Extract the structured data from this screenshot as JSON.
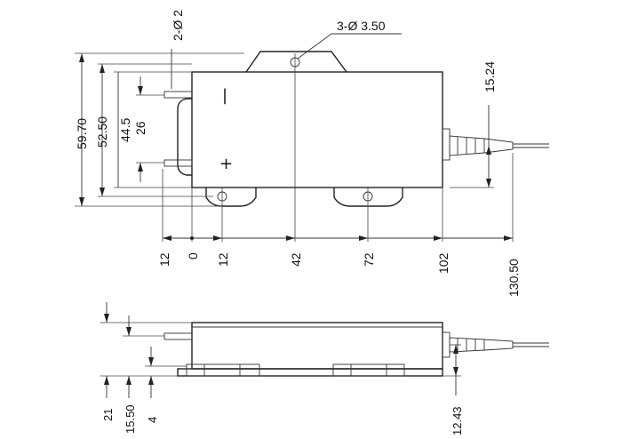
{
  "top_view": {
    "hole_spec": "3-Ø 3.50",
    "pin_spec": "2-Ø 2",
    "polarity_negative": "|",
    "polarity_positive": "+",
    "vertical_dims": [
      "59.70",
      "52.50",
      "44.5",
      "26",
      "15.24"
    ],
    "horizontal_dims": [
      "12",
      "0",
      "12",
      "42",
      "72",
      "102",
      "130.50"
    ]
  },
  "side_view": {
    "vertical_dims": [
      "21",
      "15.50",
      "4",
      "12.43"
    ]
  },
  "colors": {
    "line": "#222222",
    "text": "#111111",
    "background": "#ffffff"
  }
}
